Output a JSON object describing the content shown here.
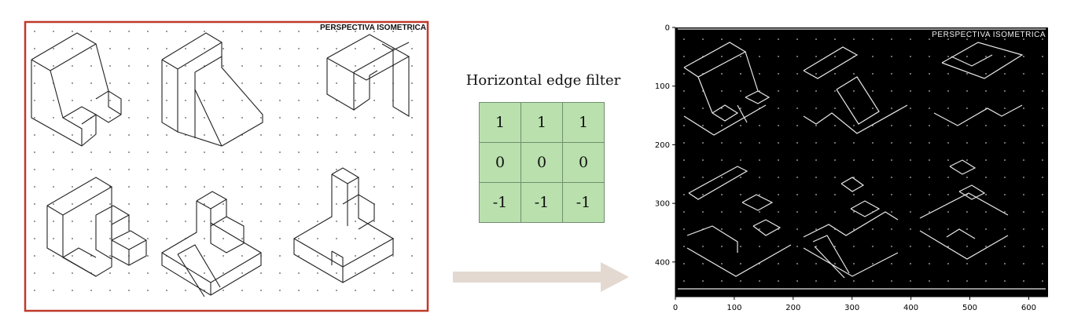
{
  "sheet": {
    "title": "PERSPECTIVA ISOMETRICA"
  },
  "filter": {
    "title": "Horizontal edge filter",
    "kernel": [
      [
        "1",
        "1",
        "1"
      ],
      [
        "0",
        "0",
        "0"
      ],
      [
        "-1",
        "-1",
        "-1"
      ]
    ]
  },
  "output": {
    "x_ticks": [
      "0",
      "100",
      "200",
      "300",
      "400",
      "500",
      "600"
    ],
    "y_ticks": [
      "0",
      "100",
      "200",
      "300",
      "400"
    ],
    "image_text": "PERSPECTIVA ISOMETRICA"
  },
  "colors": {
    "sheet_border": "#c0392b",
    "kernel_cell": "#b9e0ad",
    "arrow": "#e3d9d1",
    "output_background": "#000000"
  }
}
